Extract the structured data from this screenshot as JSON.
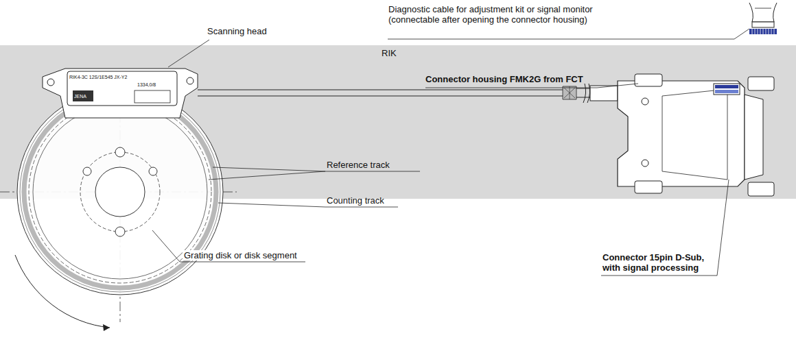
{
  "diagram": {
    "nodes": [
      {
        "text": [
          "RIK"
        ]
      }
    ],
    "labels": [
      "Diagnostic cable for adjustment kit or signal monitor (connectable after opening the connector housing)",
      "Scanning head",
      "Connector housing FMK2G from FCT",
      "RIK4-3C 12S/1E545 JX-Y2",
      "JENA",
      "1334,0/8",
      "Reference track",
      "Counting track",
      "Grating disk or disk segment",
      "Connector 15pin D-Sub, with signal processing"
    ]
  }
}
